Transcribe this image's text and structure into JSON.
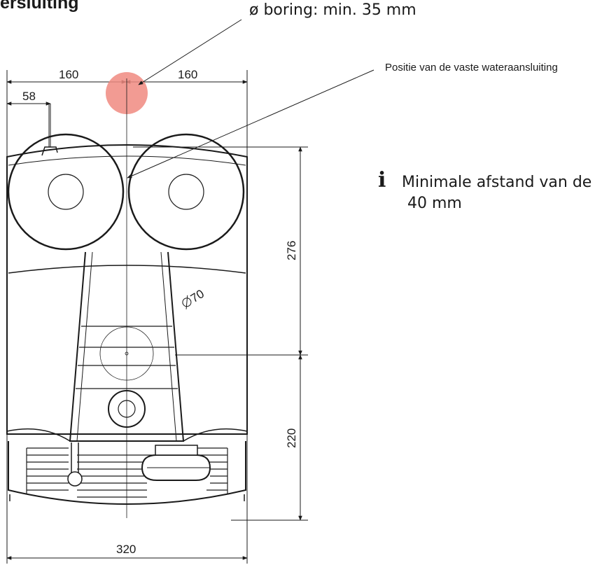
{
  "title": "ersluiting",
  "annotations": {
    "boring": "ø boring: min. 35 mm",
    "water_position": "Positie van de vaste wateraansluiting",
    "info_icon": "info-icon",
    "info_line1": "Minimale afstand van de",
    "info_line2": "40 mm"
  },
  "dimensions": {
    "left_half": "160",
    "right_half": "160",
    "offset": "58",
    "upper_height": "276",
    "lower_height": "220",
    "total_width": "320",
    "bore_diameter": "70"
  },
  "colors": {
    "line": "#1a1a1a",
    "marker": "#f08a80"
  }
}
